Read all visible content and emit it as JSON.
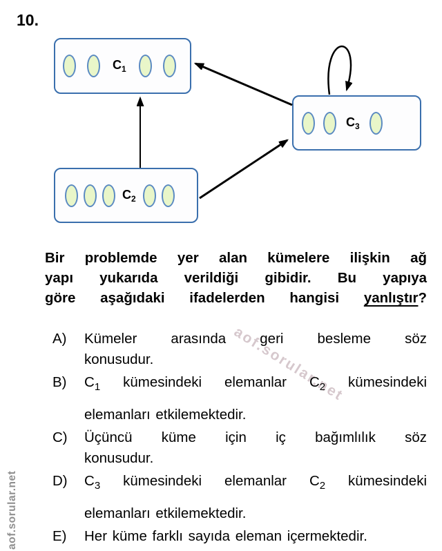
{
  "page": {
    "question_number": "10."
  },
  "watermarks": {
    "diagonal": "aof.sorular.net",
    "side": "aof.sorular.net"
  },
  "diagram": {
    "sets": [
      {
        "id": "C1",
        "label_main": "C",
        "label_sub": "1",
        "elements_before_label": 2,
        "elements_after_label": 2,
        "total_elements": 4
      },
      {
        "id": "C2",
        "label_main": "C",
        "label_sub": "2",
        "elements_before_label": 3,
        "elements_after_label": 2,
        "total_elements": 5
      },
      {
        "id": "C3",
        "label_main": "C",
        "label_sub": "3",
        "elements_before_label": 2,
        "elements_after_label": 1,
        "total_elements": 3
      }
    ],
    "edges": [
      {
        "from": "C2",
        "to": "C1",
        "type": "arrow"
      },
      {
        "from": "C3",
        "to": "C1",
        "type": "arrow"
      },
      {
        "from": "C2",
        "to": "C3",
        "type": "arrow"
      },
      {
        "from": "C3",
        "to": "C3",
        "type": "self-loop"
      }
    ],
    "colors": {
      "box_border": "#3a6fad",
      "ellipse_border": "#5b8ac2",
      "ellipse_fill": "#e9f6c9",
      "arrow": "#000000"
    }
  },
  "question": {
    "line1": "Bir problemde yer alan kümelere ilişkin ağ",
    "line2": "yapı yukarıda verildiği gibidir. Bu yapıya",
    "line3_prefix": "göre aşağıdaki ifadelerden hangisi ",
    "line3_underlined": "yanlıştır",
    "line3_suffix": "?"
  },
  "options": [
    {
      "letter": "A)",
      "lines": [
        [
          {
            "t": "Kümeler arasında geri besleme söz"
          }
        ],
        [
          {
            "t": "konusudur."
          }
        ]
      ]
    },
    {
      "letter": "B)",
      "lines": [
        [
          {
            "t": "C"
          },
          {
            "s": "1"
          },
          {
            "t": " kümesindeki elemanlar C"
          },
          {
            "s": "2"
          },
          {
            "t": " kümesindeki"
          }
        ],
        [
          {
            "t": "elemanları etkilemektedir."
          }
        ]
      ]
    },
    {
      "letter": "C)",
      "lines": [
        [
          {
            "t": "Üçüncü küme için iç bağımlılık söz"
          }
        ],
        [
          {
            "t": "konusudur."
          }
        ]
      ]
    },
    {
      "letter": "D)",
      "lines": [
        [
          {
            "t": "C"
          },
          {
            "s": "3"
          },
          {
            "t": " kümesindeki elemanlar C"
          },
          {
            "s": "2"
          },
          {
            "t": " kümesindeki"
          }
        ],
        [
          {
            "t": "elemanları etkilemektedir."
          }
        ]
      ]
    },
    {
      "letter": "E)",
      "lines": [
        [
          {
            "t": "Her küme farklı sayıda eleman içermektedir."
          }
        ]
      ]
    }
  ]
}
